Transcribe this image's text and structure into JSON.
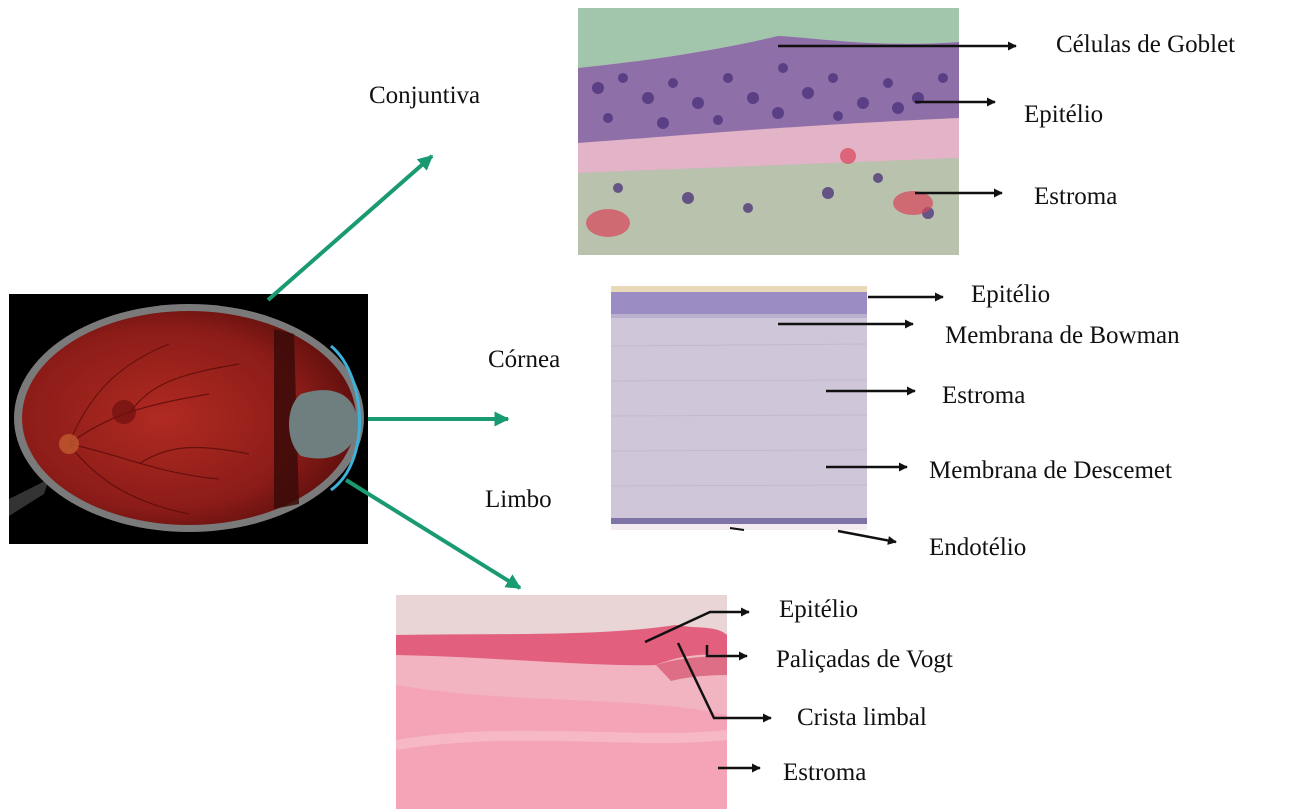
{
  "regions": {
    "conjuntiva": "Conjuntiva",
    "cornea": "Córnea",
    "limbo": "Limbo"
  },
  "conjuntiva_labels": {
    "goblet": "Células de Goblet",
    "epitelio": "Epitélio",
    "estroma": "Estroma"
  },
  "cornea_labels": {
    "epitelio": "Epitélio",
    "bowman": "Membrana de Bowman",
    "estroma": "Estroma",
    "descemet": "Membrana de Descemet",
    "endotelio": "Endotélio"
  },
  "limbo_labels": {
    "epitelio": "Epitélio",
    "palicadas": "Paliçadas de Vogt",
    "crista": "Crista limbal",
    "estroma": "Estroma"
  },
  "colors": {
    "pointer_green": "#1a9a73",
    "arrow": "#111111",
    "conjuntiva_bg": "#9fc3a8",
    "cornea_bg": "#c8bfd6",
    "limbo_bg": "#f0a4b3",
    "eye_bg": "#000000",
    "retina": "#9a1f1c"
  }
}
